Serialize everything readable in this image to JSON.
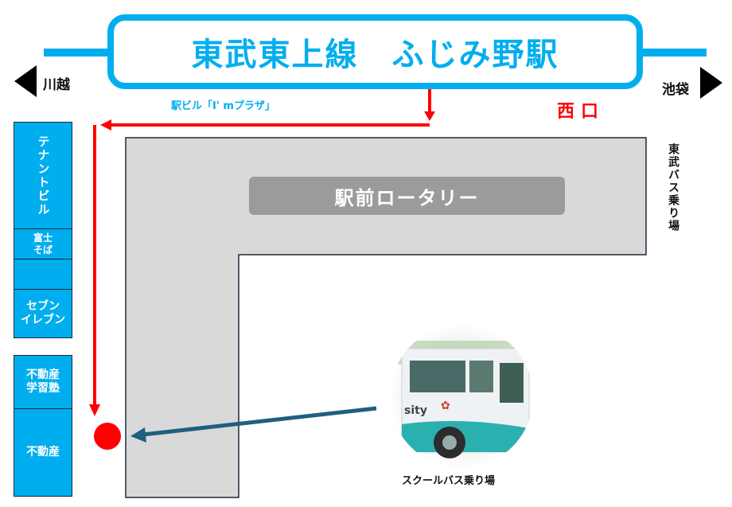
{
  "station": {
    "title": "東武東上線　ふじみ野駅",
    "exit": "西口",
    "station_building": "駅ビル「I' mプラザ」"
  },
  "directions": {
    "left": "川越",
    "right": "池袋"
  },
  "rotary": {
    "label": "駅前ロータリー"
  },
  "tobu_bus": {
    "label": "東武バス乗り場"
  },
  "buildings": [
    {
      "label": "テナントビル"
    },
    {
      "label": "富士\nそば"
    },
    {
      "label": ""
    },
    {
      "label": "セブン\nイレブン"
    },
    {
      "label": "不動産\n学習塾"
    },
    {
      "label": "不動産"
    }
  ],
  "school_bus": {
    "label": "スクールバス乗り場",
    "photo_text": "sity"
  },
  "colors": {
    "brand": "#00aeef",
    "route": "#ff0000",
    "bus_route": "#1f5f80",
    "road": "#d9d9d9"
  }
}
